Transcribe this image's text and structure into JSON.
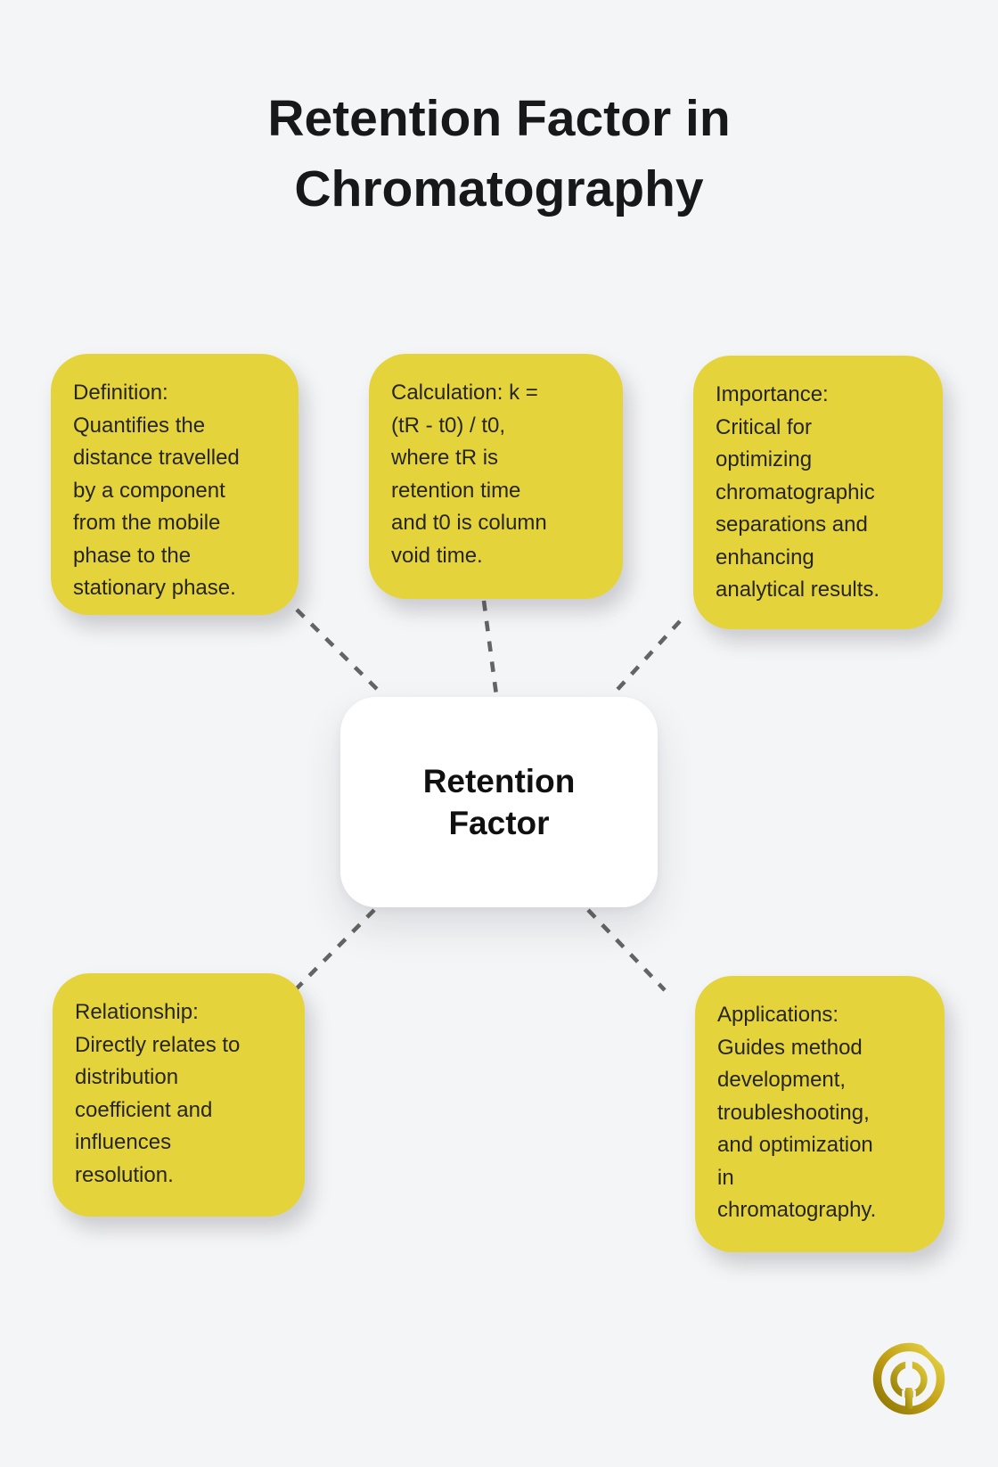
{
  "title": {
    "lines": [
      "Retention Factor in",
      "Chromatography"
    ]
  },
  "center_node": {
    "lines": [
      "Retention",
      "Factor"
    ]
  },
  "cards": [
    {
      "id": "definition",
      "lines": [
        "Definition:",
        "Quantifies the",
        "distance travelled",
        "by a component",
        "from the mobile",
        "phase to the",
        "stationary phase."
      ]
    },
    {
      "id": "calculation",
      "lines": [
        "Calculation: k =",
        "(tR - t0) / t0,",
        "where tR is",
        "retention time",
        "and t0 is column",
        "void time."
      ]
    },
    {
      "id": "importance",
      "lines": [
        "Importance:",
        "Critical for",
        "optimizing",
        "chromatographic",
        "separations and",
        "enhancing",
        "analytical results."
      ]
    },
    {
      "id": "relationship",
      "lines": [
        "Relationship:",
        "Directly relates to",
        "distribution",
        "coefficient and",
        "influences",
        "resolution."
      ]
    },
    {
      "id": "applications",
      "lines": [
        "Applications:",
        "Guides method",
        "development,",
        "troubleshooting,",
        "and optimization",
        "in",
        "chromatography."
      ]
    }
  ],
  "icons": {
    "logo": "gold-q-emblem"
  },
  "colors": {
    "background": "#f4f5f7",
    "card_yellow": "#e5d33c",
    "card_text": "#26261f",
    "title_text": "#17181a",
    "connector_gray": "#646464",
    "node_bg": "#ffffff",
    "logo_gold_dark": "#8a7403",
    "logo_gold_mid": "#c3a117",
    "logo_gold_light": "#e9d84a"
  }
}
